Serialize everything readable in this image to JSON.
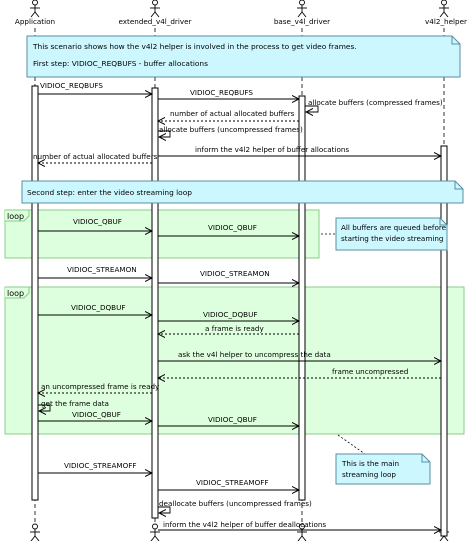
{
  "participants": [
    {
      "id": "app",
      "name": "Application"
    },
    {
      "id": "ext",
      "name": "extended_v4l_driver"
    },
    {
      "id": "base",
      "name": "base_v4l_driver"
    },
    {
      "id": "helper",
      "name": "v4l2_helper"
    }
  ],
  "intro_note": {
    "line1": "This scenario shows how the v4l2 helper is involved in the process to get video frames.",
    "line2": "First step: VIDIOC_REQBUFS - buffer allocations"
  },
  "step2_note": "Second step: enter the video streaming loop",
  "loop_label": "loop",
  "queued_note": {
    "line1": "All buffers are queued before",
    "line2": "starting the video streaming"
  },
  "main_loop_note": {
    "line1": "This is the main",
    "line2": "streaming loop"
  },
  "messages": [
    {
      "text": "VIDIOC_REQBUFS",
      "from": "app",
      "to": "ext",
      "kind": "sync"
    },
    {
      "text": "VIDIOC_REQBUFS",
      "from": "ext",
      "to": "base",
      "kind": "sync"
    },
    {
      "text": "allocate buffers (compressed frames)",
      "from": "base",
      "to": "base",
      "kind": "self"
    },
    {
      "text": "number of actual allocated buffers",
      "from": "base",
      "to": "ext",
      "kind": "return"
    },
    {
      "text": "allocate buffers (uncompressed frames)",
      "from": "ext",
      "to": "ext",
      "kind": "self"
    },
    {
      "text": "inform the v4l2 helper of buffer allocations",
      "from": "ext",
      "to": "helper",
      "kind": "sync"
    },
    {
      "text": "number of actual allocated buffers",
      "from": "ext",
      "to": "app",
      "kind": "return"
    },
    {
      "text": "VIDIOC_QBUF",
      "from": "app",
      "to": "ext",
      "kind": "sync"
    },
    {
      "text": "VIDIOC_QBUF",
      "from": "ext",
      "to": "base",
      "kind": "sync"
    },
    {
      "text": "VIDIOC_STREAMON",
      "from": "app",
      "to": "ext",
      "kind": "sync"
    },
    {
      "text": "VIDIOC_STREAMON",
      "from": "ext",
      "to": "base",
      "kind": "sync"
    },
    {
      "text": "VIDIOC_DQBUF",
      "from": "app",
      "to": "ext",
      "kind": "sync"
    },
    {
      "text": "VIDIOC_DQBUF",
      "from": "ext",
      "to": "base",
      "kind": "sync"
    },
    {
      "text": "a frame is ready",
      "from": "base",
      "to": "ext",
      "kind": "return"
    },
    {
      "text": "ask the v4l helper to uncompress the data",
      "from": "ext",
      "to": "helper",
      "kind": "sync"
    },
    {
      "text": "frame uncompressed",
      "from": "helper",
      "to": "ext",
      "kind": "return"
    },
    {
      "text": "an uncompressed frame is ready",
      "from": "ext",
      "to": "app",
      "kind": "return"
    },
    {
      "text": "get the frame data",
      "from": "app",
      "to": "app",
      "kind": "self"
    },
    {
      "text": "VIDIOC_QBUF",
      "from": "app",
      "to": "ext",
      "kind": "sync"
    },
    {
      "text": "VIDIOC_QBUF",
      "from": "ext",
      "to": "base",
      "kind": "sync"
    },
    {
      "text": "VIDIOC_STREAMOFF",
      "from": "app",
      "to": "ext",
      "kind": "sync"
    },
    {
      "text": "VIDIOC_STREAMOFF",
      "from": "ext",
      "to": "base",
      "kind": "sync"
    },
    {
      "text": "deallocate buffers (uncompressed frames)",
      "from": "ext",
      "to": "ext",
      "kind": "self"
    },
    {
      "text": "inform the v4l2 helper of buffer deallocations",
      "from": "ext",
      "to": "helper",
      "kind": "sync"
    }
  ],
  "colors": {
    "note_fill": "#ccf7ff",
    "note_stroke": "#5a8fa0",
    "loop_fill": "#ddffdd",
    "loop_stroke": "#88cc88",
    "line": "#000000"
  }
}
